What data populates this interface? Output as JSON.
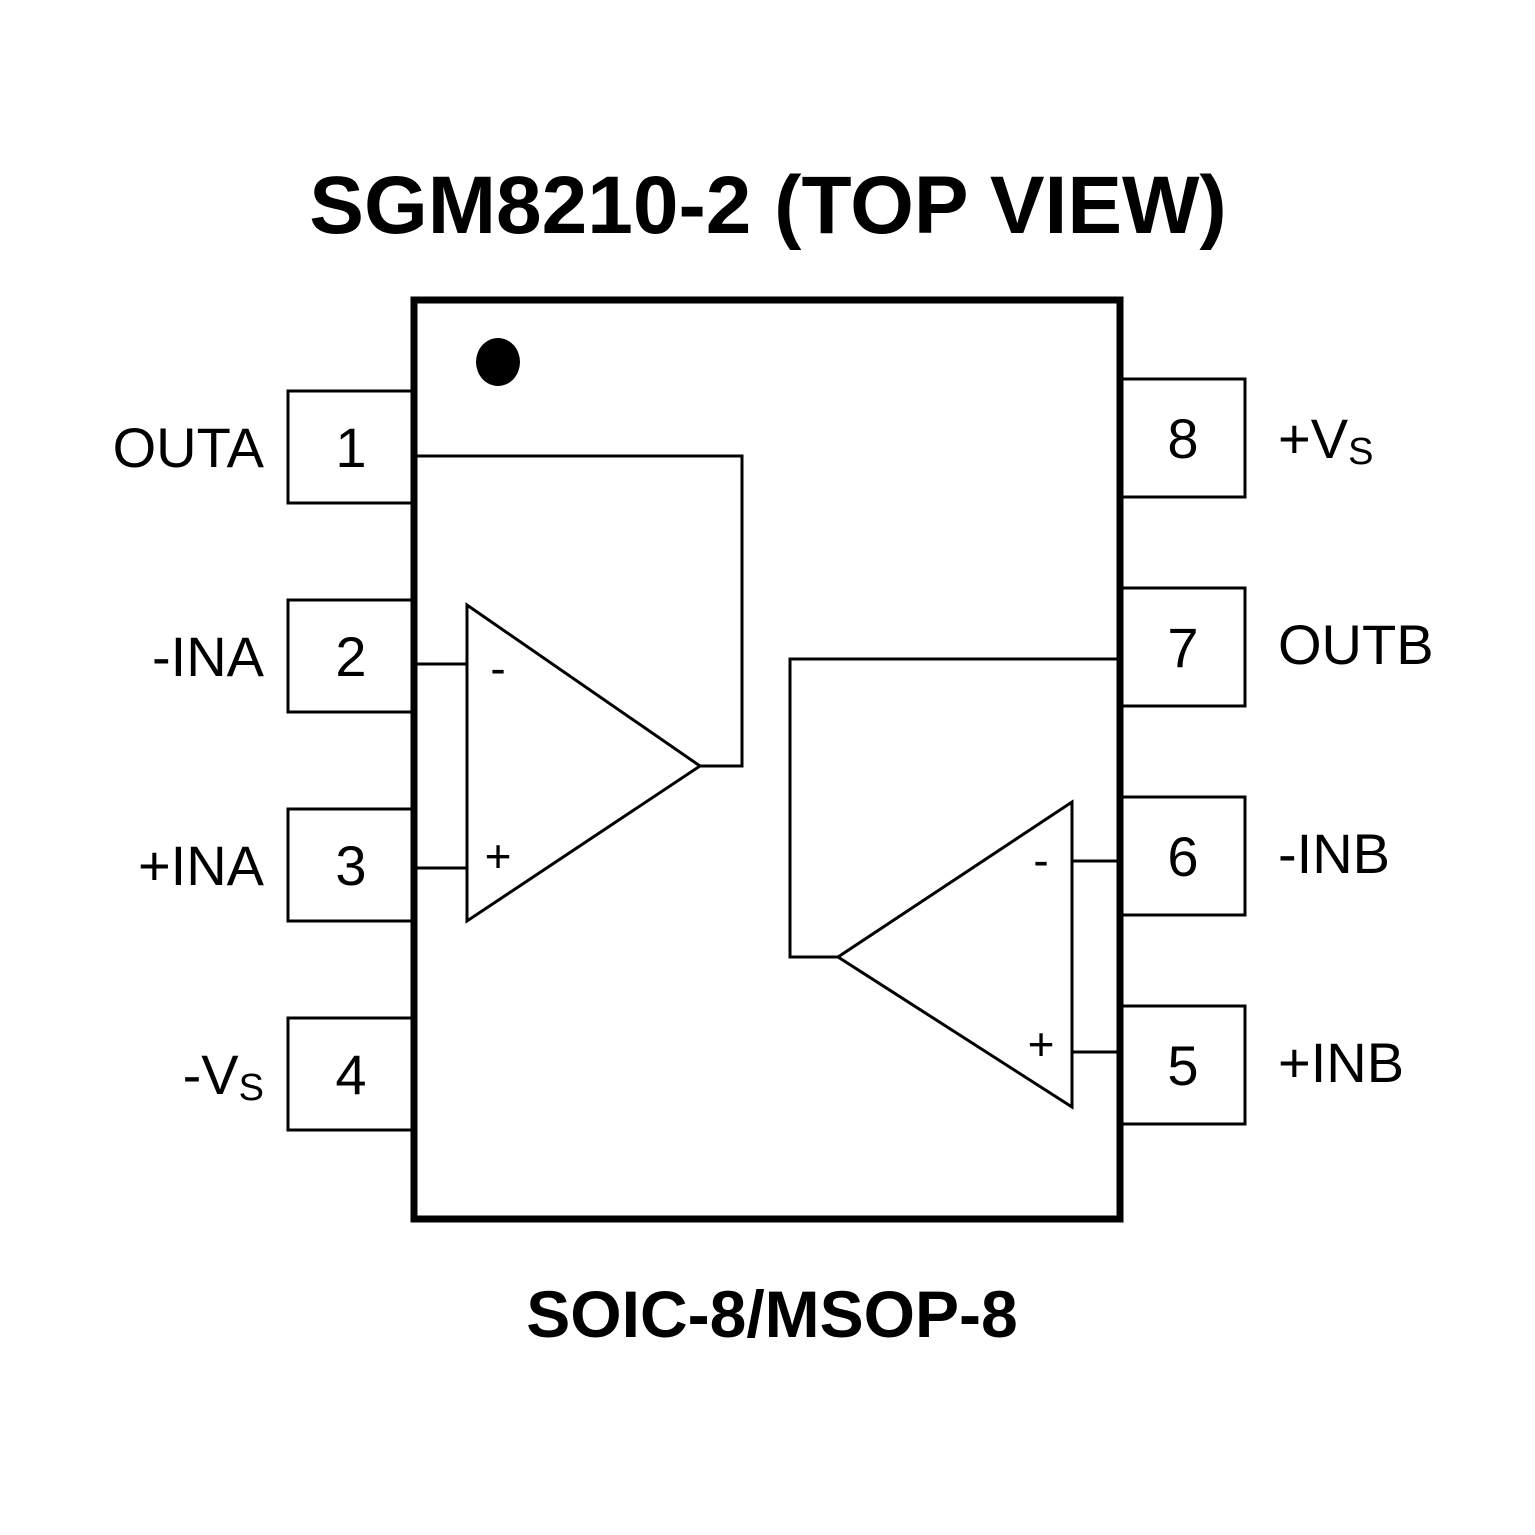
{
  "title": "SGM8210-2 (TOP VIEW)",
  "package": "SOIC-8/MSOP-8",
  "colors": {
    "line": "#000000",
    "background": "#ffffff"
  },
  "pins": {
    "p1": {
      "number": "1",
      "name": "OUTA"
    },
    "p2": {
      "number": "2",
      "name": "-INA"
    },
    "p3": {
      "number": "3",
      "name": "+INA"
    },
    "p4": {
      "number": "4",
      "name_main": "-V",
      "name_sub": "S"
    },
    "p5": {
      "number": "5",
      "name": "+INB"
    },
    "p6": {
      "number": "6",
      "name": "-INB"
    },
    "p7": {
      "number": "7",
      "name": "OUTB"
    },
    "p8": {
      "number": "8",
      "name_main": "+V",
      "name_sub": "S"
    }
  },
  "amplifiers": {
    "a": {
      "inverting": "-",
      "noninverting": "+"
    },
    "b": {
      "inverting": "-",
      "noninverting": "+"
    }
  }
}
